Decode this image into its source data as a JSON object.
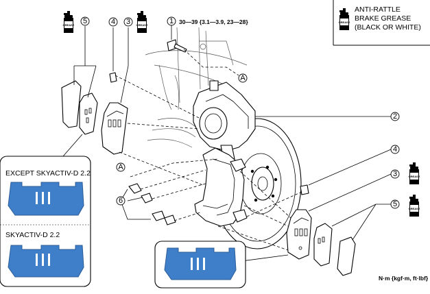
{
  "legend": {
    "line1": "ANTI-RATTLE",
    "line2": "BRAKE GREASE",
    "line3": "(BLACK OR WHITE)"
  },
  "grease_icon_label": "GREASE",
  "torque_spec": "30—39 {3.1—3.9, 23—28}",
  "torque_units": "N·m {kgf·m, ft·lbf}",
  "callouts": {
    "c1": "1",
    "c2": "2",
    "c3_left": "3",
    "c4_left": "4",
    "c5_left": "5",
    "c3_right": "3",
    "c4_right": "4",
    "c5_right": "5",
    "c6": "6",
    "a_top": "A",
    "a_mid": "A"
  },
  "inset": {
    "section1": "EXCEPT SKYACTIV-D 2.2",
    "section2": "SKYACTIV-D 2.2"
  },
  "colors": {
    "pad_blue": "#3f7fc9",
    "pad_dark": "#2b5c98"
  }
}
